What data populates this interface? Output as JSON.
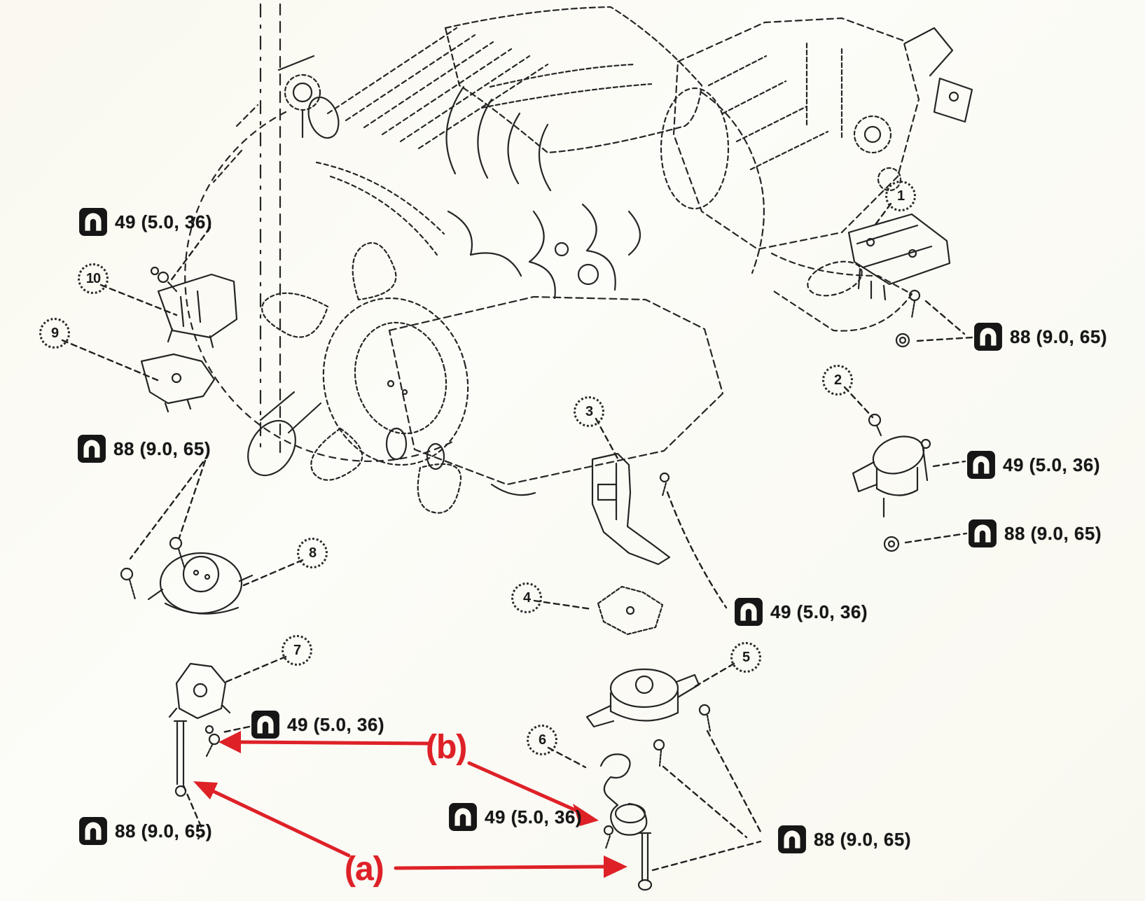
{
  "diagram": {
    "kind": "engine-mounting-exploded-view",
    "colors": {
      "ink": "#212121",
      "red": "#de2127",
      "paper": "#fbfaf3"
    }
  },
  "balloons": [
    {
      "label": "1"
    },
    {
      "label": "2"
    },
    {
      "label": "3"
    },
    {
      "label": "4"
    },
    {
      "label": "5"
    },
    {
      "label": "6"
    },
    {
      "label": "7"
    },
    {
      "label": "8"
    },
    {
      "label": "9"
    },
    {
      "label": "10"
    }
  ],
  "torque_labels": [
    {
      "position": "top-left",
      "text": "49 (5.0, 36)"
    },
    {
      "position": "left",
      "text": "88 (9.0, 65)"
    },
    {
      "position": "bottom-left",
      "text": "88 (9.0, 65)"
    },
    {
      "position": "mid-left",
      "text": "49 (5.0, 36)"
    },
    {
      "position": "bottom-middle",
      "text": "49 (5.0, 36)"
    },
    {
      "position": "middle-right",
      "text": "49 (5.0, 36)"
    },
    {
      "position": "bottom-right",
      "text": "88 (9.0, 65)"
    },
    {
      "position": "top-right",
      "text": "88 (9.0, 65)"
    },
    {
      "position": "right-upper",
      "text": "49 (5.0, 36)"
    },
    {
      "position": "right-lower",
      "text": "88 (9.0, 65)"
    }
  ],
  "red_annotations": [
    {
      "label": "(a)"
    },
    {
      "label": "(b)"
    }
  ]
}
